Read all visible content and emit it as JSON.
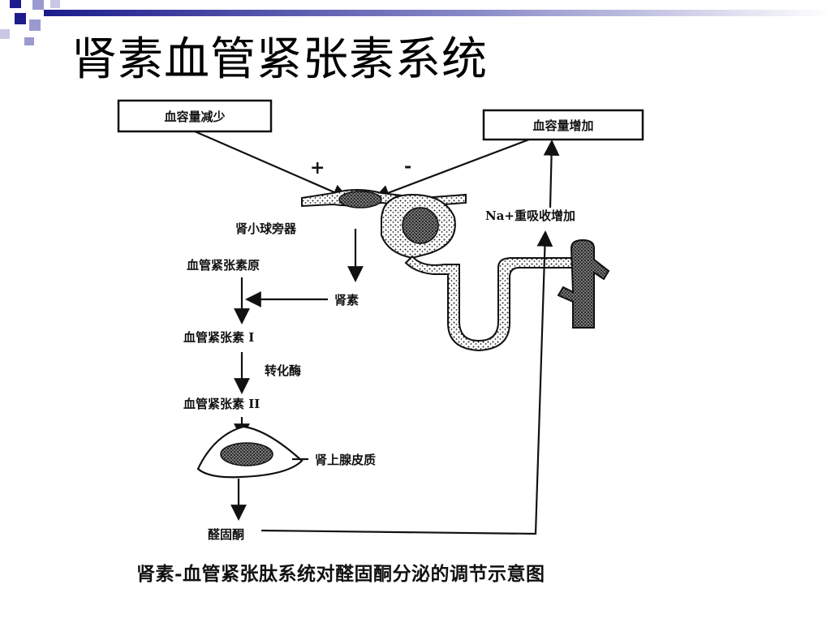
{
  "slide": {
    "title": "肾素血管紧张素系统"
  },
  "diagram": {
    "box_decrease": "血容量减少",
    "box_increase": "血容量增加",
    "sign_plus": "+",
    "sign_minus": "-",
    "juxtaglomerular": "肾小球旁器",
    "na_reabsorption": "Na+重吸收增加",
    "angiotensinogen": "血管紧张素原",
    "renin": "肾素",
    "angiotensin_1": "血管紧张素 I",
    "converting_enzyme": "转化酶",
    "angiotensin_2": "血管紧张素 II",
    "adrenal_cortex": "肾上腺皮质",
    "aldosterone": "醛固酮"
  },
  "caption": "肾素-血管紧张肽系统对醛固酮分泌的调节示意图",
  "colors": {
    "deco_dark": "#1c1c8c",
    "deco_light": "#9a9ad0",
    "ink": "#111111"
  }
}
